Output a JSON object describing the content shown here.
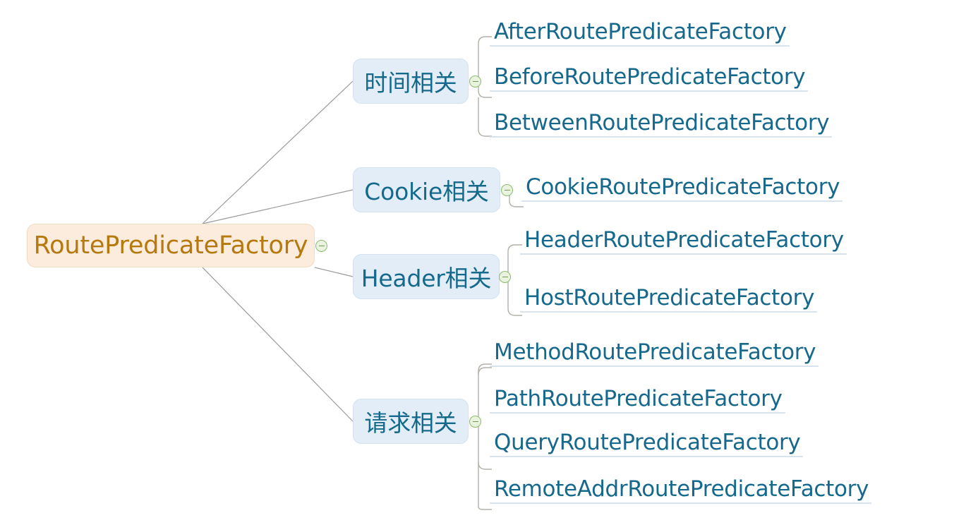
{
  "diagram": {
    "type": "mindmap",
    "title": "RoutePredicateFactory",
    "background_color": "#ffffff",
    "colors": {
      "root_fill": "#fcecdd",
      "root_text": "#b5790d",
      "branch_fill": "#e3edf8",
      "branch_text": "#156a8c",
      "leaf_text": "#16698c",
      "leaf_underline": "#d9e3ee",
      "connector": "#9a9a9a",
      "toggle_border": "#8cbb6a",
      "toggle_fill": "#eaf3e0"
    }
  },
  "root": {
    "label": "RoutePredicateFactory",
    "toggle_icon": "collapse-minus-icon"
  },
  "branches": [
    {
      "id": "time",
      "label": "时间相关",
      "toggle_icon": "collapse-minus-icon",
      "leaves": [
        {
          "label": "AfterRoutePredicateFactory"
        },
        {
          "label": "BeforeRoutePredicateFactory"
        },
        {
          "label": "BetweenRoutePredicateFactory"
        }
      ]
    },
    {
      "id": "cookie",
      "label": "Cookie相关",
      "toggle_icon": "collapse-minus-icon",
      "leaves": [
        {
          "label": "CookieRoutePredicateFactory"
        }
      ]
    },
    {
      "id": "header",
      "label": "Header相关",
      "toggle_icon": "collapse-minus-icon",
      "leaves": [
        {
          "label": "HeaderRoutePredicateFactory"
        },
        {
          "label": "HostRoutePredicateFactory"
        }
      ]
    },
    {
      "id": "request",
      "label": "请求相关",
      "toggle_icon": "collapse-minus-icon",
      "leaves": [
        {
          "label": "MethodRoutePredicateFactory"
        },
        {
          "label": "PathRoutePredicateFactory"
        },
        {
          "label": "QueryRoutePredicateFactory"
        },
        {
          "label": "RemoteAddrRoutePredicateFactory"
        }
      ]
    }
  ]
}
